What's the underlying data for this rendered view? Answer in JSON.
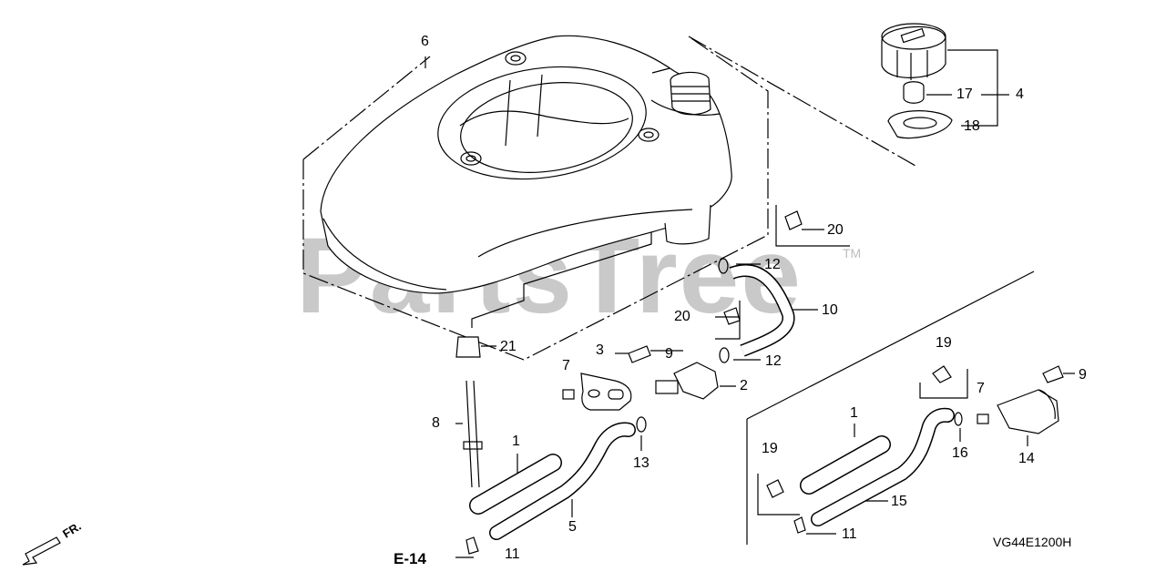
{
  "watermark": {
    "text": "PartsTree",
    "trademark": "TM"
  },
  "diagram_code": "VG44E1200H",
  "reference": "E-14",
  "orientation": "FR.",
  "callouts": {
    "c6": "6",
    "c4": "4",
    "c17": "17",
    "c18": "18",
    "c20a": "20",
    "c12a": "12",
    "c10": "10",
    "c20b": "20",
    "c12b": "12",
    "c21": "21",
    "c3": "3",
    "c9a": "9",
    "c7a": "7",
    "c2": "2",
    "c8": "8",
    "c13": "13",
    "c1a": "1",
    "c5": "5",
    "c11a": "11",
    "c19a": "19",
    "c7b": "7",
    "c9b": "9",
    "c1b": "1",
    "c16": "16",
    "c14": "14",
    "c19b": "19",
    "c15": "15",
    "c11b": "11"
  }
}
